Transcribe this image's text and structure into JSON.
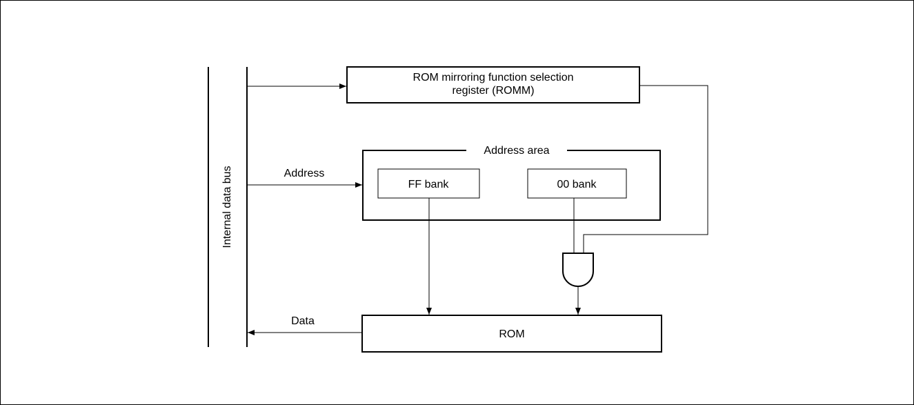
{
  "diagram": {
    "internal_bus_label": "Internal data bus",
    "romm_register_line1": "ROM mirroring function selection",
    "romm_register_line2": "register (ROMM)",
    "address_area_label": "Address area",
    "address_label": "Address",
    "ff_bank_label": "FF bank",
    "bank00_label": "00 bank",
    "data_label": "Data",
    "rom_label": "ROM"
  }
}
